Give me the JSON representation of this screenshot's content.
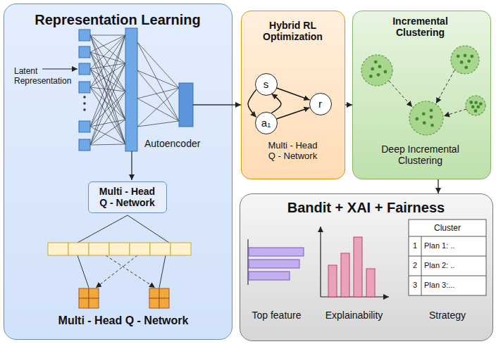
{
  "diagram": {
    "nodes": [
      {
        "text": [
          "Representation Learning"
        ]
      },
      {
        "text": [
          "Multi - Head Q - Network"
        ],
        "in": 0
      },
      {
        "text": [
          "Hybrid RL Optimization",
          "Multi - Head Q - Network"
        ]
      },
      {
        "text": [
          "s"
        ],
        "in": 2
      },
      {
        "text": [
          "a₁"
        ],
        "in": 2
      },
      {
        "text": [
          "r"
        ],
        "in": 2
      },
      {
        "text": [
          "Incremental Clustering",
          "Deep Incremental Clustering"
        ]
      },
      {
        "text": [
          "Bandit + XAI + Fairness"
        ]
      }
    ],
    "edges": [
      {
        "from": 0,
        "to": 2,
        "arrow": "to"
      },
      {
        "from": 2,
        "to": 6,
        "arrow": "to"
      },
      {
        "from": 6,
        "to": 7,
        "arrow": "to"
      },
      {
        "from": 3,
        "to": 4,
        "arrow": "to"
      },
      {
        "from": 4,
        "to": 3,
        "arrow": "to"
      },
      {
        "from": 3,
        "to": 5,
        "arrow": "to"
      },
      {
        "from": 4,
        "to": 5,
        "arrow": "to"
      }
    ],
    "labels": [
      "Latent Representation",
      "Autoencoder",
      "Multi - Head Q - Network",
      "Top feature",
      "Explainability",
      "Cluster",
      "1",
      "Plan 1: ..",
      "2",
      "Plan 2: ..",
      "3",
      "Plan 3:...",
      "Strategy"
    ]
  }
}
